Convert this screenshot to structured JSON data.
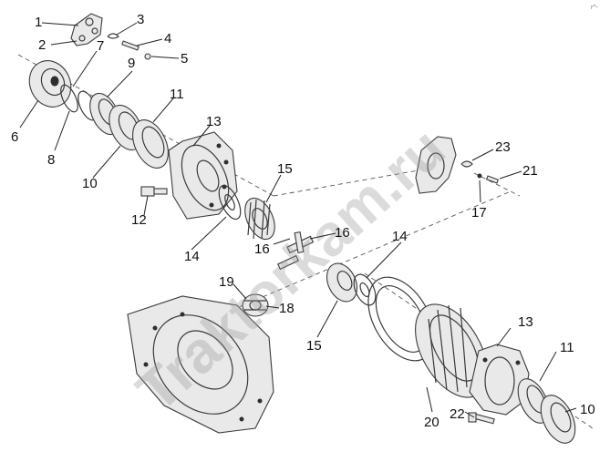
{
  "watermark": "Traktorkam.ru",
  "corner_mark": "r^-",
  "callouts": [
    "1",
    "2",
    "3",
    "4",
    "5",
    "6",
    "7",
    "8",
    "9",
    "10",
    "11",
    "12",
    "13",
    "14",
    "15",
    "16",
    "16",
    "17",
    "18",
    "19",
    "20",
    "21",
    "22",
    "23",
    "13",
    "14",
    "15",
    "11",
    "10"
  ]
}
